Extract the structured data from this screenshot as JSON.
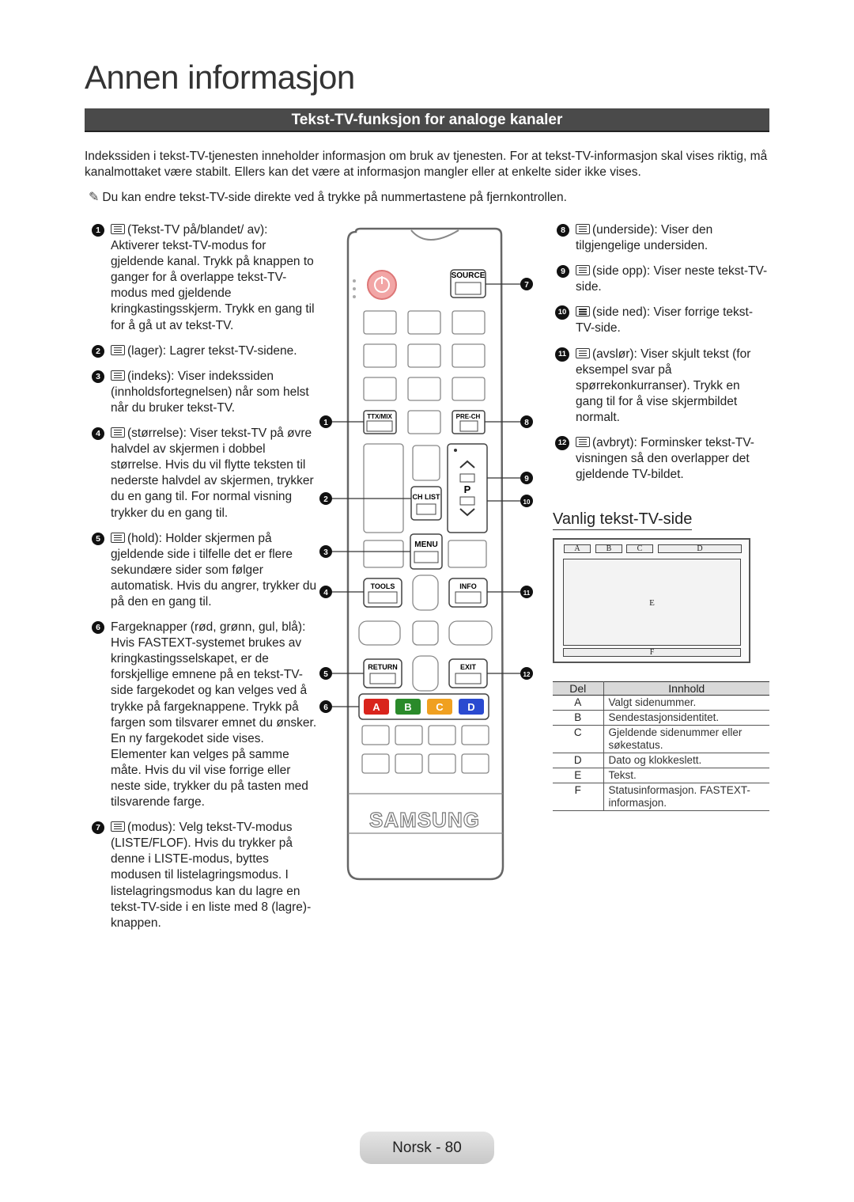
{
  "page": {
    "title": "Annen informasjon",
    "section_title": "Tekst-TV-funksjon for analoge kanaler",
    "intro": "Indekssiden i tekst-TV-tjenesten inneholder informasjon om bruk av tjenesten. For at tekst-TV-informasjon skal vises riktig, må kanalmottaket være stabilt. Ellers kan det være at informasjon mangler eller at enkelte sider ikke vises.",
    "note": "Du kan endre tekst-TV-side direkte ved å trykke på nummertastene på fjernkontrollen.",
    "footer": "Norsk - 80"
  },
  "items_left": [
    {
      "num": "1",
      "text": "(Tekst-TV på/blandet/ av): Aktiverer tekst-TV-modus for gjeldende kanal. Trykk på knappen to ganger for å overlappe tekst-TV-modus med gjeldende kringkastingsskjerm. Trykk en gang til for å gå ut av tekst-TV."
    },
    {
      "num": "2",
      "text": "(lager): Lagrer tekst-TV-sidene."
    },
    {
      "num": "3",
      "text": "(indeks): Viser indekssiden (innholdsfortegnelsen) når som helst når du bruker tekst-TV."
    },
    {
      "num": "4",
      "text": "(størrelse): Viser tekst-TV på øvre halvdel av skjermen i dobbel størrelse. Hvis du vil flytte teksten til nederste halvdel av skjermen, trykker du en gang til. For normal visning trykker du en gang til."
    },
    {
      "num": "5",
      "text": "(hold): Holder skjermen på gjeldende side i tilfelle det er flere sekundære sider som følger automatisk. Hvis du angrer, trykker du på den en gang til."
    },
    {
      "num": "6",
      "text": "Fargeknapper (rød, grønn, gul, blå): Hvis FASTEXT-systemet brukes av kringkastingsselskapet, er de forskjellige emnene på en tekst-TV-side fargekodet og kan velges ved å trykke på fargeknappene. Trykk på fargen som tilsvarer emnet du ønsker. En ny fargekodet side vises. Elementer kan velges på samme måte. Hvis du vil vise forrige eller neste side, trykker du på tasten med tilsvarende farge."
    },
    {
      "num": "7",
      "text": "(modus): Velg tekst-TV-modus (LISTE/FLOF). Hvis du trykker på denne i LISTE-modus, byttes modusen til listelagringsmodus. I listelagringsmodus kan du lagre en tekst-TV-side i en liste med 8 (lagre)-knappen."
    }
  ],
  "items_right": [
    {
      "num": "8",
      "text": "(underside): Viser den tilgjengelige undersiden."
    },
    {
      "num": "9",
      "text": "(side opp): Viser neste tekst-TV-side."
    },
    {
      "num": "10",
      "text": "(side ned): Viser forrige tekst-TV-side."
    },
    {
      "num": "11",
      "text": "(avslør): Viser skjult tekst (for eksempel svar på spørrekonkurranser). Trykk en gang til for å vise skjermbildet normalt."
    },
    {
      "num": "12",
      "text": "(avbryt): Forminsker tekst-TV-visningen så den overlapper det gjeldende TV-bildet."
    }
  ],
  "remote": {
    "brand": "SAMSUNG",
    "source": "SOURCE",
    "ttx": "TTX/MIX",
    "prech": "PRE-CH",
    "p": "P",
    "chlist": "CH LIST",
    "menu": "MENU",
    "tools": "TOOLS",
    "info": "INFO",
    "return": "RETURN",
    "exit": "EXIT",
    "color_a": "A",
    "color_b": "B",
    "color_c": "C",
    "color_d": "D",
    "colors": {
      "a": "#d9241c",
      "b": "#2a8a2a",
      "c": "#f0a020",
      "d": "#2a4ad0"
    },
    "callouts": [
      "1",
      "2",
      "3",
      "4",
      "5",
      "6",
      "7",
      "8",
      "9",
      "10",
      "11",
      "12"
    ]
  },
  "teletext": {
    "subtitle": "Vanlig tekst-TV-side",
    "diagram": {
      "a": "A",
      "b": "B",
      "c": "C",
      "d": "D",
      "e": "E",
      "f": "F"
    },
    "table_header": {
      "part": "Del",
      "content": "Innhold"
    },
    "rows": [
      {
        "part": "A",
        "content": "Valgt sidenummer."
      },
      {
        "part": "B",
        "content": "Sendestasjonsidentitet."
      },
      {
        "part": "C",
        "content": "Gjeldende sidenummer eller søkestatus."
      },
      {
        "part": "D",
        "content": "Dato og klokkeslett."
      },
      {
        "part": "E",
        "content": "Tekst."
      },
      {
        "part": "F",
        "content": "Statusinformasjon. FASTEXT-informasjon."
      }
    ]
  }
}
